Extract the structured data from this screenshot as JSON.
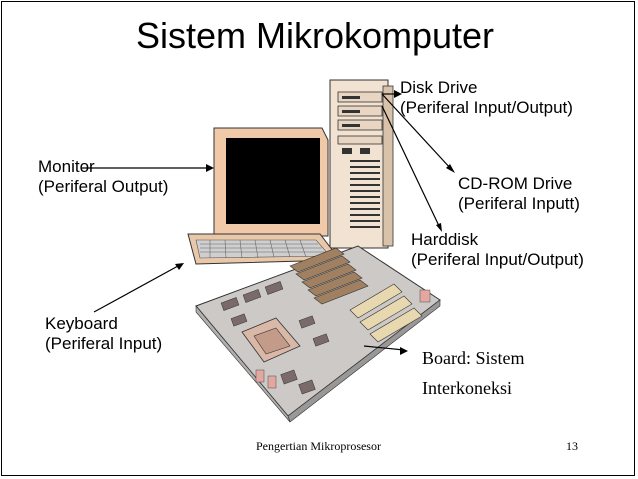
{
  "slide": {
    "title": "Sistem Mikrokomputer",
    "footer_text": "Pengertian Mikroprosesor",
    "page_number": "13"
  },
  "labels": {
    "disk_drive": {
      "name": "Disk Drive",
      "type": "(Periferal Input/Output)"
    },
    "monitor": {
      "name": "Monitor",
      "type": "(Periferal Output)"
    },
    "cdrom": {
      "name": "CD-ROM Drive",
      "type": "(Periferal Inputt)"
    },
    "harddisk": {
      "name": "Harddisk",
      "type": "(Periferal Input/Output)"
    },
    "keyboard": {
      "name": "Keyboard",
      "type": "(Periferal Input)"
    },
    "board": {
      "line1": "Board: Sistem",
      "line2": "Interkoneksi"
    }
  },
  "colors": {
    "border": "#000000",
    "monitor_case": "#f0c9a9",
    "screen": "#000000",
    "tower": "#f2e2d2",
    "board": "#ccc9c7",
    "slots": "#a08060",
    "keyboard_base": "#e8c8a8"
  }
}
